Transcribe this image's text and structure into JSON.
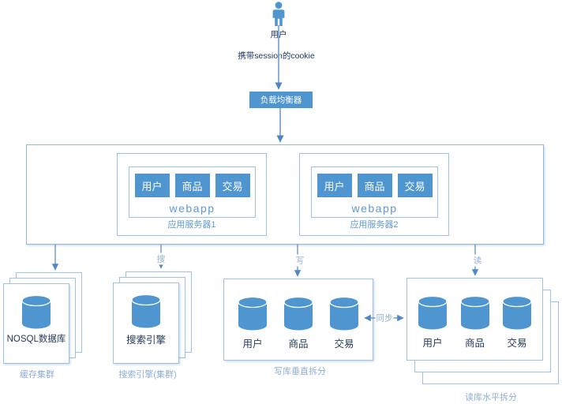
{
  "colors": {
    "shape_blue": "#4F96D1",
    "connector_blue": "#4E86C6",
    "box_border_light_blue": "#9CC2E6",
    "caption_light_blue": "#8FAFD5",
    "dark_label": "#253A5B",
    "app_text_blue": "#5E9AD3"
  },
  "user": {
    "label": "用户"
  },
  "cookie_note": "携带session的cookie",
  "load_balancer": {
    "label": "负载均衡器"
  },
  "app_tier": {
    "servers": [
      {
        "name": "应用服务器1",
        "platform": "webapp",
        "modules": [
          "用户",
          "商品",
          "交易"
        ]
      },
      {
        "name": "应用服务器2",
        "platform": "webapp",
        "modules": [
          "用户",
          "商品",
          "交易"
        ]
      }
    ]
  },
  "edge_labels": {
    "search": "搜",
    "write": "写",
    "read": "读",
    "sync": "同步"
  },
  "cache_cluster": {
    "node_label": "NOSQL数据库",
    "caption": "缓存集群"
  },
  "search_cluster": {
    "node_label": "搜索引擎",
    "caption": "搜索引擎(集群)"
  },
  "write_db": {
    "caption": "写库垂直拆分",
    "shards": [
      "用户",
      "商品",
      "交易"
    ]
  },
  "read_db": {
    "caption": "读库水平拆分",
    "shards": [
      "用户",
      "商品",
      "交易"
    ]
  }
}
